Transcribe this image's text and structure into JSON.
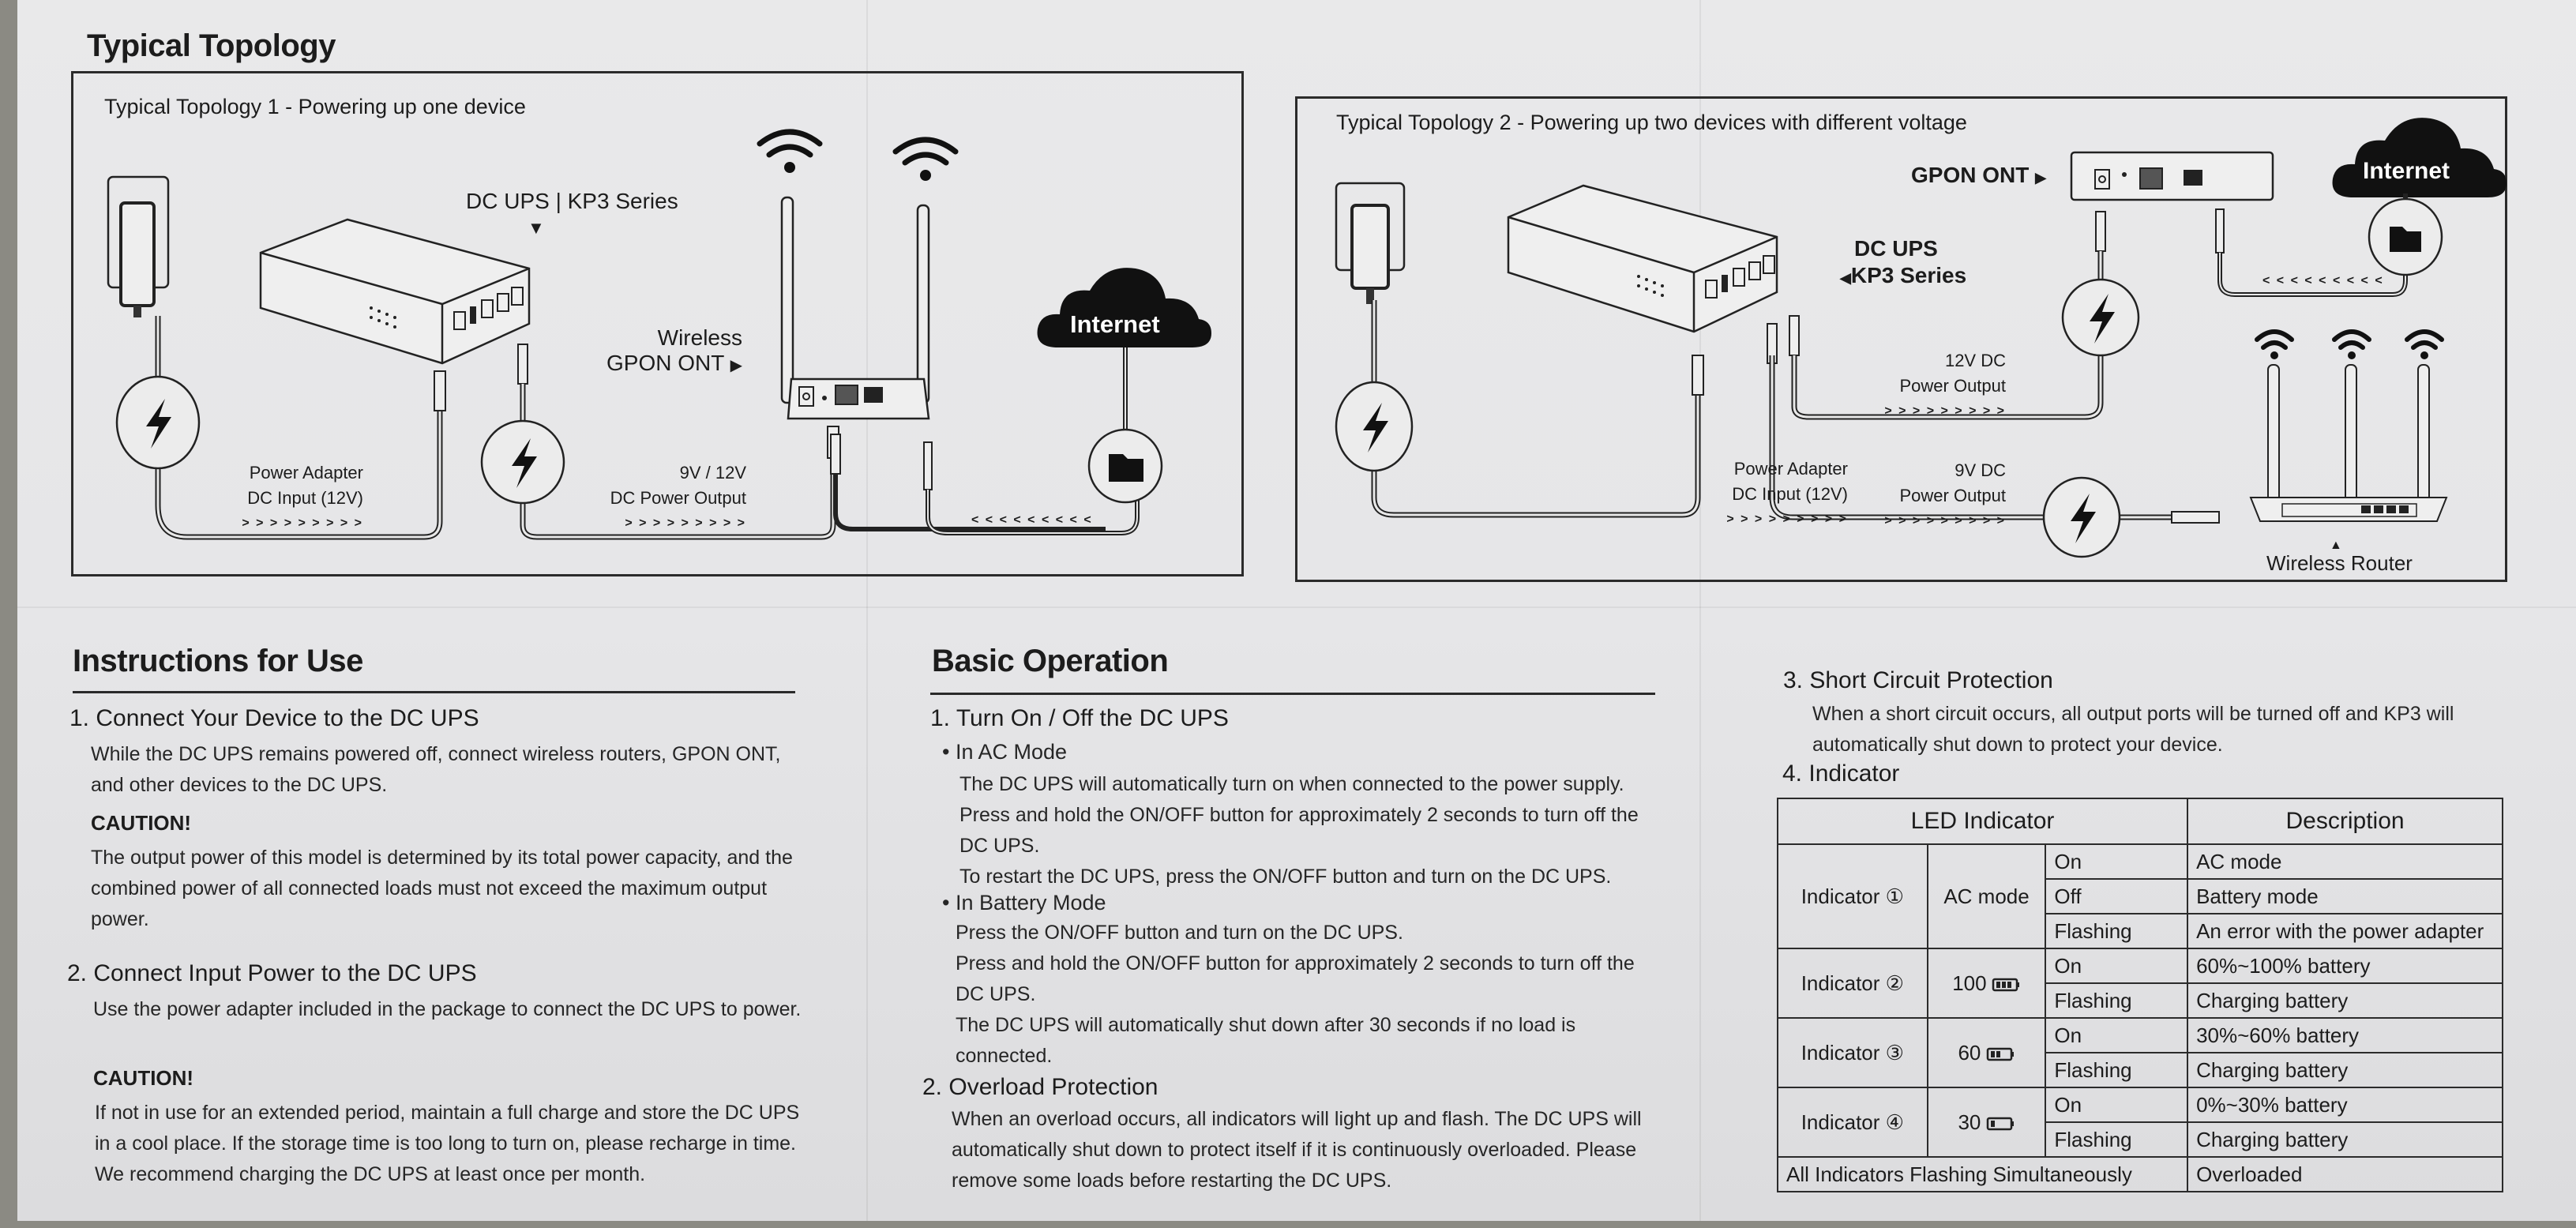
{
  "topology": {
    "title": "Typical Topology",
    "topo1": {
      "caption": "Typical Topology 1 - Powering up one device",
      "ups_label": "DC UPS | KP3 Series",
      "ont_label_line1": "Wireless",
      "ont_label_line2": "GPON ONT",
      "adapter_label_line1": "Power Adapter",
      "adapter_label_line2": "DC Input (12V)",
      "output_label_line1": "9V / 12V",
      "output_label_line2": "DC Power Output",
      "arrows_right": "> > > > > > > > >",
      "arrows_left": "< < < < < < < < <",
      "cloud_label": "Internet"
    },
    "topo2": {
      "caption": "Typical Topology 2 - Powering up two devices with different voltage",
      "ont_label": "GPON ONT",
      "ups_label_line1": "DC UPS",
      "ups_label_line2": "KP3 Series",
      "adapter_label_line1": "Power Adapter",
      "adapter_label_line2": "DC Input (12V)",
      "out12_line1": "12V DC",
      "out12_line2": "Power Output",
      "out9_line1": "9V DC",
      "out9_line2": "Power Output",
      "arrows_right": "> > > > > > > > >",
      "arrows_left": "< < < < < < < < <",
      "cloud_label": "Internet",
      "router_label": "Wireless Router"
    }
  },
  "instructions": {
    "title": "Instructions for Use",
    "step1": {
      "heading": "1. Connect Your Device to the DC UPS",
      "body": "While the DC UPS remains powered off, connect wireless routers, GPON ONT, and other devices to the DC UPS.",
      "caution_label": "CAUTION!",
      "caution_body": "The output power of this model is determined by its total power capacity, and the combined power of all connected loads must not exceed the maximum output power."
    },
    "step2": {
      "heading": "2. Connect Input Power to the DC UPS",
      "body": "Use the power adapter included in the package to connect the DC UPS to power.",
      "caution_label": "CAUTION!",
      "caution_body": "If not in use for an extended period, maintain a full charge and store the DC UPS in a cool place. If the storage time is too long to turn on, please recharge in time. We recommend charging the DC UPS at least once per month."
    }
  },
  "operation": {
    "title": "Basic Operation",
    "s1_heading": "1. Turn On / Off  the DC UPS",
    "ac_mode_heading": "In AC Mode",
    "ac_mode_lines": [
      "The DC UPS will automatically turn on when connected to the power supply.",
      "Press and hold the ON/OFF button for approximately 2 seconds to turn off the DC UPS.",
      "To restart the DC UPS, press the ON/OFF button and turn on the DC UPS."
    ],
    "battery_mode_heading": "In Battery Mode",
    "battery_mode_lines": [
      "Press the ON/OFF button and turn on the DC UPS.",
      "Press and hold the ON/OFF button for approximately 2 seconds to turn off the DC UPS.",
      "The DC UPS will automatically shut down after 30 seconds if no load is connected."
    ],
    "s2_heading": "2. Overload Protection",
    "s2_body": "When an overload occurs, all indicators will light up and flash. The DC UPS will automatically shut down to protect itself if it is continuously overloaded. Please remove some loads before restarting the DC UPS.",
    "s3_heading": "3. Short Circuit Protection",
    "s3_body": "When a short circuit occurs, all output ports will be turned off and KP3 will automatically shut down to protect your device.",
    "s4_heading": "4. Indicator"
  },
  "indicator_table": {
    "headers": [
      "LED Indicator",
      "Description"
    ],
    "groups": [
      {
        "name": "Indicator ①",
        "mode": "AC mode",
        "battery_icon": "none",
        "rows": [
          {
            "state": "On",
            "desc": "AC mode"
          },
          {
            "state": "Off",
            "desc": "Battery mode"
          },
          {
            "state": "Flashing",
            "desc": "An error with the power adapter"
          }
        ]
      },
      {
        "name": "Indicator ②",
        "mode": "100",
        "battery_icon": "battery-full-icon",
        "rows": [
          {
            "state": "On",
            "desc": "60%~100% battery"
          },
          {
            "state": "Flashing",
            "desc": "Charging battery"
          }
        ]
      },
      {
        "name": "Indicator ③",
        "mode": "60",
        "battery_icon": "battery-medium-icon",
        "rows": [
          {
            "state": "On",
            "desc": "30%~60% battery"
          },
          {
            "state": "Flashing",
            "desc": "Charging battery"
          }
        ]
      },
      {
        "name": "Indicator ④",
        "mode": "30",
        "battery_icon": "battery-low-icon",
        "rows": [
          {
            "state": "On",
            "desc": "0%~30% battery"
          },
          {
            "state": "Flashing",
            "desc": "Charging battery"
          }
        ]
      }
    ],
    "footer": {
      "label": "All Indicators Flashing Simultaneously",
      "desc": "Overloaded"
    }
  }
}
